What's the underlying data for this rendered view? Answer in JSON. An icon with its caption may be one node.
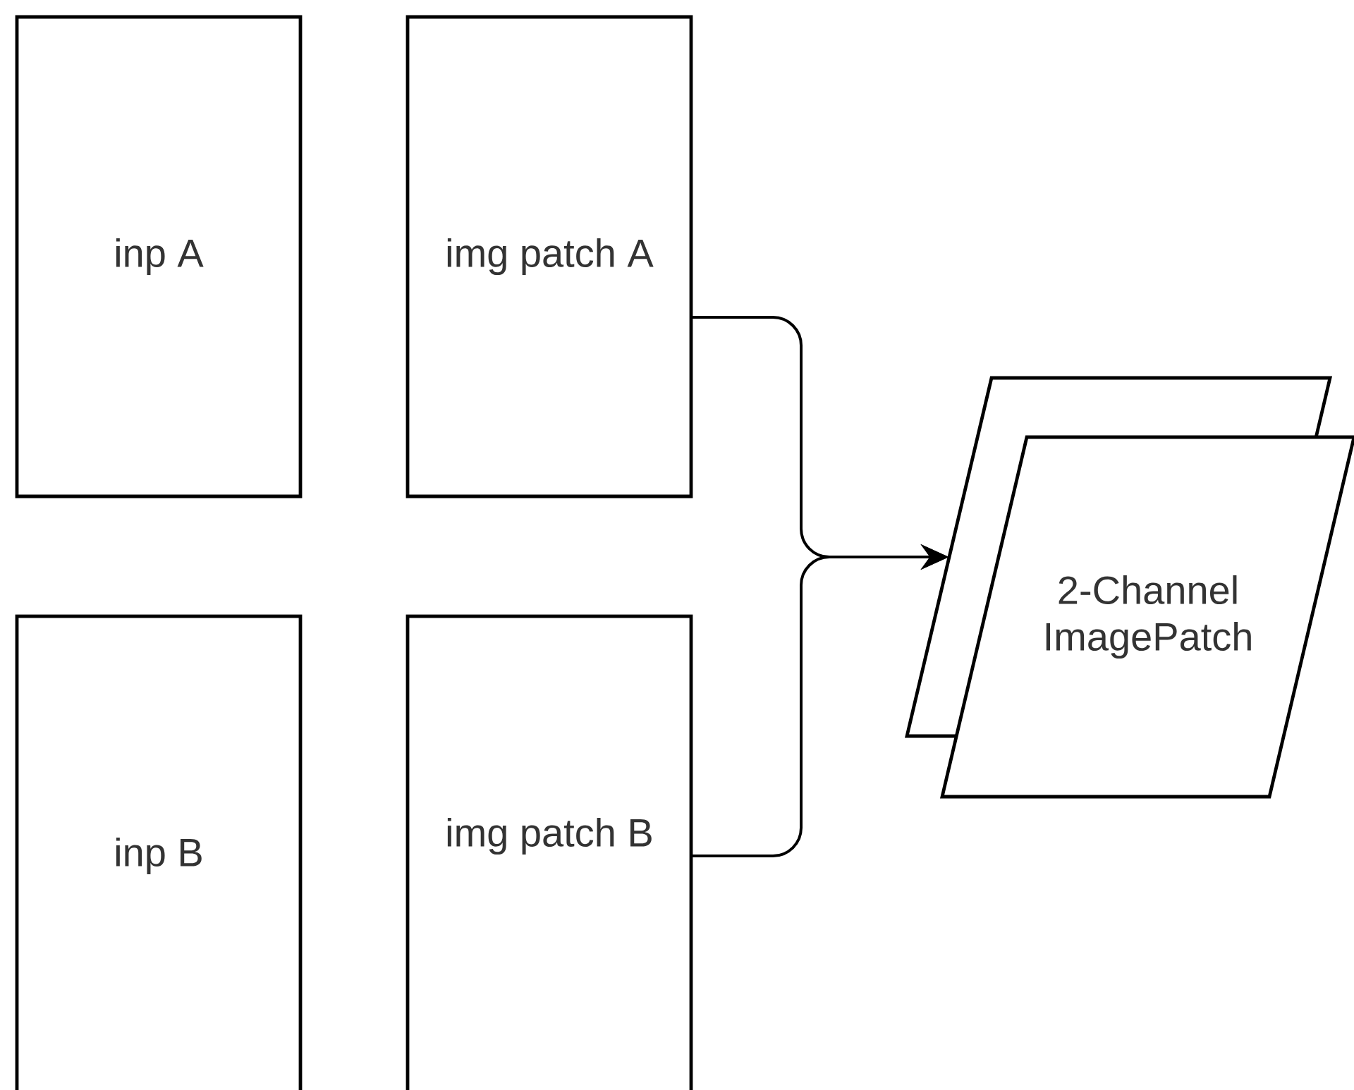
{
  "diagram": {
    "nodes": [
      {
        "text": [
          "inp A"
        ]
      },
      {
        "text": [
          "img patch A"
        ]
      },
      {
        "text": [
          "inp B"
        ]
      },
      {
        "text": [
          "img patch B"
        ]
      },
      {
        "text": [],
        "shape": "parallelogram"
      },
      {
        "text": [
          "2-Channel ImagePatch"
        ]
      }
    ],
    "edges": [
      {
        "from": 1,
        "to": 4,
        "arrow": "to"
      },
      {
        "from": 3,
        "to": 4,
        "arrow": "to"
      }
    ]
  }
}
